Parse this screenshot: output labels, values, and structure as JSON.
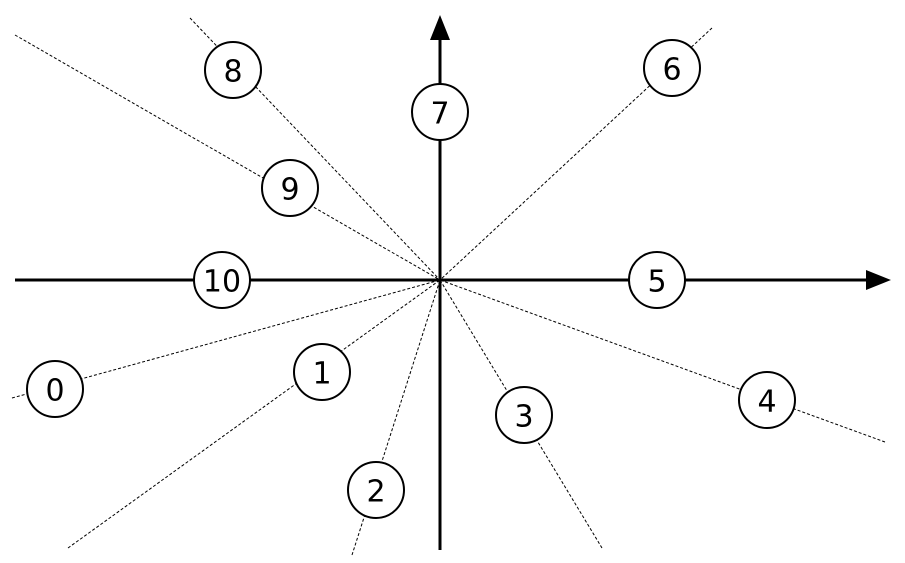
{
  "diagram": {
    "origin_label": "",
    "node_labels": [
      "0",
      "1",
      "2",
      "3",
      "4",
      "5",
      "6",
      "7",
      "8",
      "9",
      "10"
    ],
    "colors": {
      "stroke": "#000000",
      "background": "#ffffff",
      "node_fill": "#ffffff"
    }
  }
}
